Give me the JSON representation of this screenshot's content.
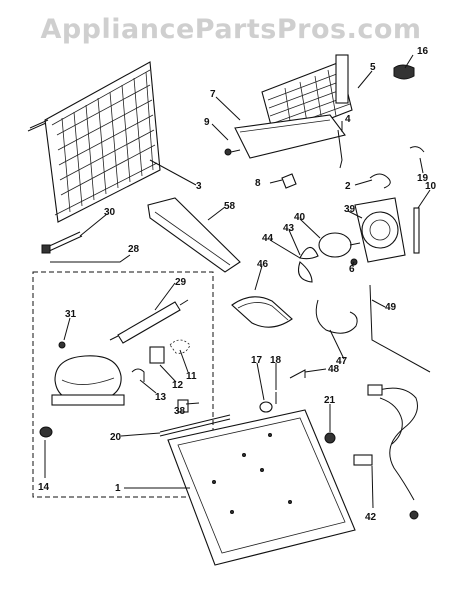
{
  "watermark": "AppliancePartsPros.com",
  "callouts": [
    {
      "id": "16",
      "text": "16"
    },
    {
      "id": "5",
      "text": "5"
    },
    {
      "id": "7",
      "text": "7"
    },
    {
      "id": "9",
      "text": "9"
    },
    {
      "id": "4",
      "text": "4"
    },
    {
      "id": "3",
      "text": "3"
    },
    {
      "id": "8",
      "text": "8"
    },
    {
      "id": "2",
      "text": "2"
    },
    {
      "id": "19",
      "text": "19"
    },
    {
      "id": "10",
      "text": "10"
    },
    {
      "id": "30",
      "text": "30"
    },
    {
      "id": "58",
      "text": "58"
    },
    {
      "id": "40",
      "text": "40"
    },
    {
      "id": "39",
      "text": "39"
    },
    {
      "id": "43",
      "text": "43"
    },
    {
      "id": "44",
      "text": "44"
    },
    {
      "id": "6",
      "text": "6"
    },
    {
      "id": "28",
      "text": "28"
    },
    {
      "id": "29",
      "text": "29"
    },
    {
      "id": "46",
      "text": "46"
    },
    {
      "id": "49",
      "text": "49"
    },
    {
      "id": "31",
      "text": "31"
    },
    {
      "id": "47",
      "text": "47"
    },
    {
      "id": "11",
      "text": "11"
    },
    {
      "id": "12",
      "text": "12"
    },
    {
      "id": "17",
      "text": "17"
    },
    {
      "id": "18",
      "text": "18"
    },
    {
      "id": "48",
      "text": "48"
    },
    {
      "id": "13",
      "text": "13"
    },
    {
      "id": "21",
      "text": "21"
    },
    {
      "id": "38",
      "text": "38"
    },
    {
      "id": "20",
      "text": "20"
    },
    {
      "id": "14",
      "text": "14"
    },
    {
      "id": "1",
      "text": "1"
    },
    {
      "id": "42",
      "text": "42"
    }
  ]
}
